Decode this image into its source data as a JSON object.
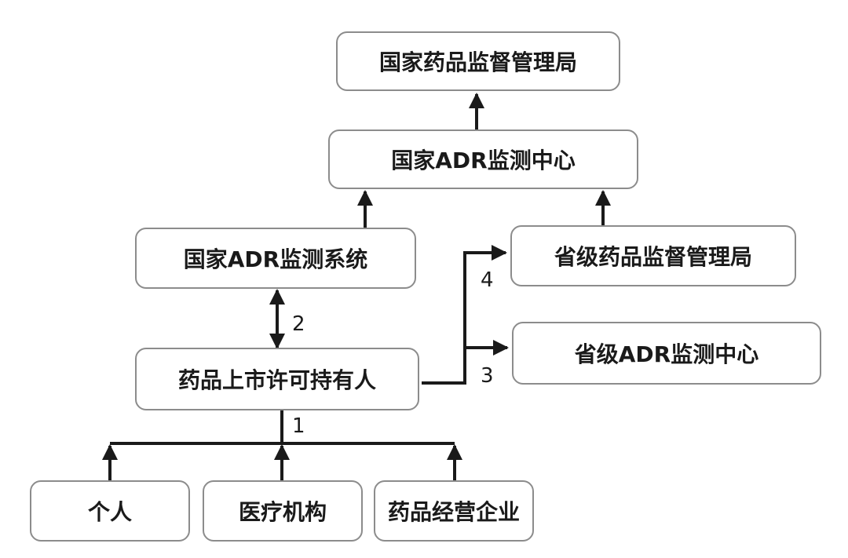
{
  "nodes": {
    "nmpa": "国家药品监督管理局",
    "national_adr_center": "国家ADR监测中心",
    "national_adr_system": "国家ADR监测系统",
    "provincial_admin": "省级药品监督管理局",
    "provincial_adr_center": "省级ADR监测中心",
    "mah": "药品上市许可持有人",
    "individual": "个人",
    "medical_institution": "医疗机构",
    "pharma_business": "药品经营企业"
  },
  "edge_labels": {
    "e1": "1",
    "e2": "2",
    "e3": "3",
    "e4": "4"
  },
  "colors": {
    "line": "#1a1a1a",
    "box_border": "#8c8c8c"
  }
}
